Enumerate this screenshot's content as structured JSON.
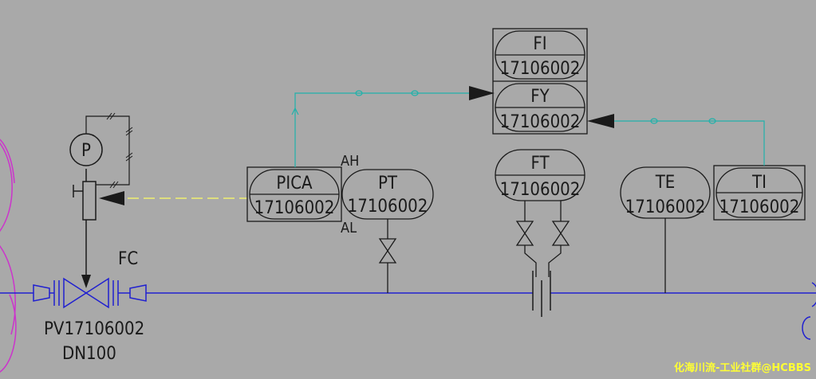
{
  "colors": {
    "background": "#a9a9a9",
    "instrument_line": "#1a1a1a",
    "process_pipe": "#2020d0",
    "signal_line": "#20b2aa",
    "pneumatic_signal": "#ffff66",
    "vessel_outline": "#cc33cc",
    "watermark": "#ffff33"
  },
  "instruments": {
    "pica": {
      "tag": "PICA",
      "number": "17106002",
      "alarm_high": "AH",
      "alarm_low": "AL"
    },
    "pt": {
      "tag": "PT",
      "number": "17106002"
    },
    "fi": {
      "tag": "FI",
      "number": "17106002"
    },
    "fy": {
      "tag": "FY",
      "number": "17106002"
    },
    "ft": {
      "tag": "FT",
      "number": "17106002"
    },
    "te": {
      "tag": "TE",
      "number": "17106002"
    },
    "ti": {
      "tag": "TI",
      "number": "17106002"
    },
    "positioner": {
      "tag": "P"
    }
  },
  "control_valve": {
    "tag": "PV17106002",
    "size": "DN100",
    "fail_action": "FC"
  },
  "watermark": "化海川流-工业社群@HCBBS"
}
